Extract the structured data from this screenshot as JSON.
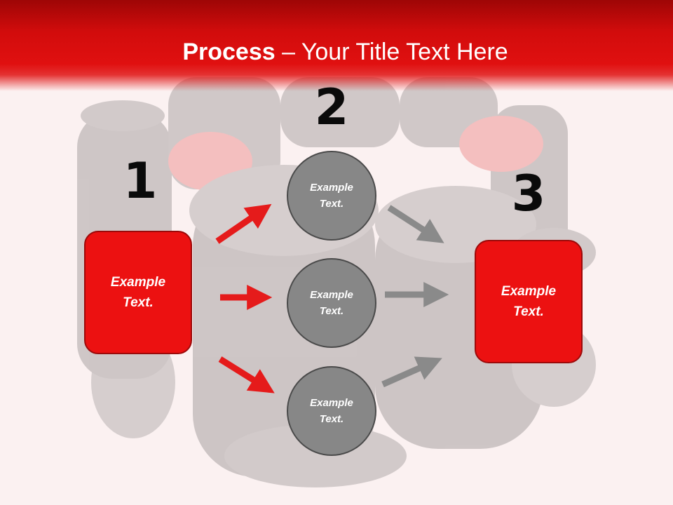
{
  "title": {
    "bold": "Process",
    "rest": " – Your Title Text Here"
  },
  "steps": {
    "one": "1",
    "two": "2",
    "three": "3"
  },
  "boxes": {
    "left": "Example Text.",
    "right": "Example Text."
  },
  "circles": {
    "top": "Example Text.",
    "middle": "Example Text.",
    "bottom": "Example Text."
  },
  "colors": {
    "accent": "#ec1111",
    "circle": "#878787",
    "arrow_red": "#e51b1b",
    "arrow_gray": "#8a8a8a"
  }
}
